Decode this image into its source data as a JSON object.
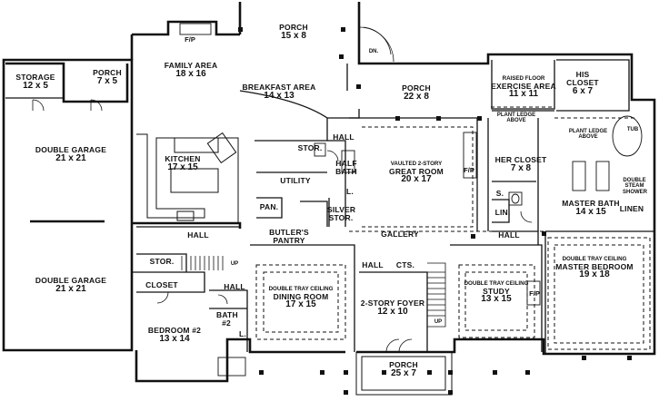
{
  "rooms": {
    "storage": {
      "name": "STORAGE",
      "dim": "12 x 5"
    },
    "porch_garage": {
      "name": "PORCH",
      "dim": "7 x 5"
    },
    "garage_top": {
      "name": "DOUBLE GARAGE",
      "dim": "21 x 21"
    },
    "garage_bottom": {
      "name": "DOUBLE GARAGE",
      "dim": "21 x 21"
    },
    "family": {
      "name": "FAMILY AREA",
      "dim": "18 x 16"
    },
    "fp_family": {
      "name": "F/P"
    },
    "porch_top": {
      "name": "PORCH",
      "dim": "15 x 8"
    },
    "breakfast": {
      "name": "BREAKFAST AREA",
      "dim": "14 x 13"
    },
    "porch_right": {
      "name": "PORCH",
      "dim": "22 x 8"
    },
    "exercise": {
      "note": "RAISED FLOOR",
      "name": "EXERCISE AREA",
      "dim": "11 x 11"
    },
    "his_closet": {
      "name": "HIS CLOSET",
      "dim": "6 x 7"
    },
    "plant_ledge_1": {
      "text": "PLANT LEDGE ABOVE"
    },
    "plant_ledge_2": {
      "text": "PLANT LEDGE ABOVE"
    },
    "tub": {
      "text": "TUB"
    },
    "kitchen": {
      "name": "KITCHEN",
      "dim": "17 x 15"
    },
    "stor_top": {
      "name": "STOR."
    },
    "hall_top": {
      "name": "HALL"
    },
    "half_bath": {
      "name": "HALF BATH"
    },
    "utility": {
      "name": "UTILITY"
    },
    "great_room": {
      "note": "VAULTED 2-STORY",
      "name": "GREAT ROOM",
      "dim": "20 x 17"
    },
    "fp_great": {
      "name": "F/P"
    },
    "her_closet": {
      "name": "HER CLOSET",
      "dim": "7 x 8"
    },
    "master_bath": {
      "name": "MASTER BATH",
      "dim": "14 x 15"
    },
    "shower": {
      "text": "DOUBLE STEAM SHOWER"
    },
    "pan": {
      "name": "PAN."
    },
    "silver_stor": {
      "name": "SILVER STOR."
    },
    "s_label": {
      "name": "S."
    },
    "l_label": {
      "name": "L."
    },
    "lin_left": {
      "name": "LIN."
    },
    "linen": {
      "name": "LINEN"
    },
    "hall_left": {
      "name": "HALL"
    },
    "butlers_pantry": {
      "name": "BUTLER'S PANTRY"
    },
    "gallery": {
      "name": "GALLERY"
    },
    "hall_right": {
      "name": "HALL"
    },
    "stor_mid": {
      "name": "STOR."
    },
    "up1": {
      "text": "UP"
    },
    "hall_center": {
      "name": "HALL"
    },
    "cts": {
      "name": "CTS."
    },
    "master_bedroom": {
      "note": "DOUBLE TRAY CEILING",
      "name": "MASTER BEDROOM",
      "dim": "19 x 18"
    },
    "closet": {
      "name": "CLOSET"
    },
    "hall_lower": {
      "name": "HALL"
    },
    "dining": {
      "note": "DOUBLE TRAY CEILING",
      "name": "DINING ROOM",
      "dim": "17 x 15"
    },
    "foyer": {
      "name": "2-STORY FOYER",
      "dim": "12 x 10"
    },
    "study": {
      "note": "DOUBLE TRAY CEILING",
      "name": "STUDY",
      "dim": "13 x 15"
    },
    "fp_master": {
      "name": "F/P"
    },
    "bath2": {
      "name": "BATH #2"
    },
    "l_bath2": {
      "name": "L."
    },
    "up2": {
      "text": "UP"
    },
    "bedroom2": {
      "name": "BEDROOM #2",
      "dim": "13 x 14"
    },
    "porch_front": {
      "name": "PORCH",
      "dim": "25 x 7"
    },
    "dn": {
      "text": "DN."
    }
  }
}
